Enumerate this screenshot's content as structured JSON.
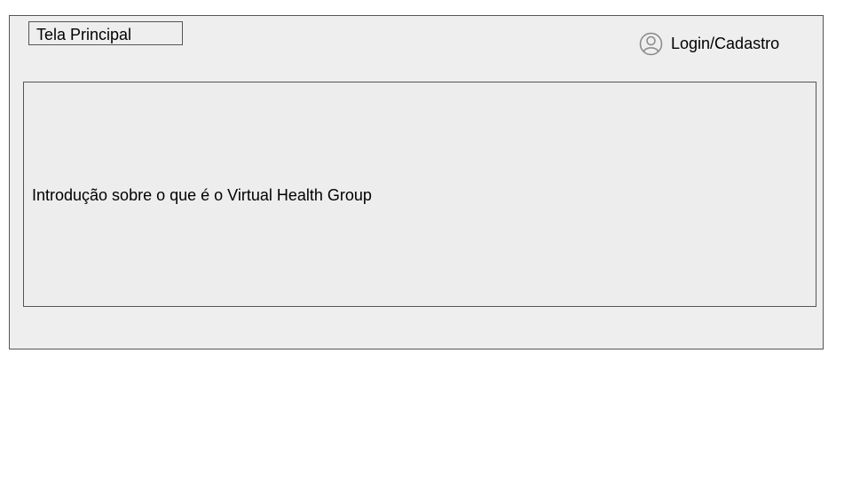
{
  "header": {
    "title": "Tela Principal",
    "login_label": "Login/Cadastro",
    "login_icon": "user-circle-icon"
  },
  "main": {
    "intro_text": "Introdução sobre o que é o Virtual Health Group"
  },
  "colors": {
    "background": "#eeeeee",
    "border": "#555555",
    "icon": "#888888"
  }
}
